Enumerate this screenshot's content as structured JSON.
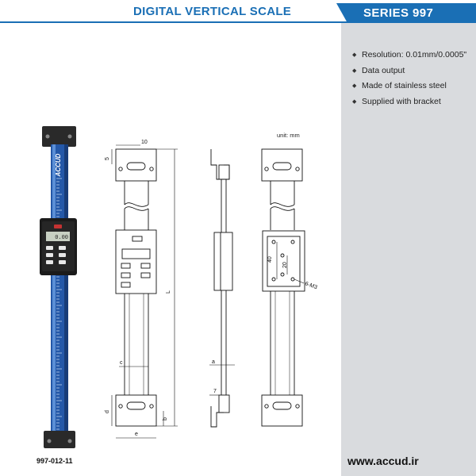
{
  "header": {
    "title": "DIGITAL VERTICAL SCALE",
    "series": "SERIES 997"
  },
  "features": [
    "Resolution: 0.01mm/0.0005\"",
    "Data output",
    "Made of stainless steel",
    "Supplied with bracket"
  ],
  "drawing": {
    "unit": "unit: mm",
    "dimensions": {
      "top_offset": "10",
      "top_height": "5",
      "length": "L",
      "pitch_c": "c",
      "thickness_a": "a",
      "bracket_7": "7",
      "bracket_d": "d",
      "bracket_b": "b",
      "bracket_e": "e",
      "hole_40": "40",
      "hole_20": "20",
      "holes_thread": "6-M3"
    }
  },
  "product": {
    "brand": "ACCUD",
    "display_value": "0.00",
    "model": "997-012-11"
  },
  "footer": {
    "website": "www.accud.ir"
  },
  "colors": {
    "brand_blue": "#1a6fb5",
    "panel_grey": "#d9dbde",
    "scale_blue": "#2458a8"
  }
}
